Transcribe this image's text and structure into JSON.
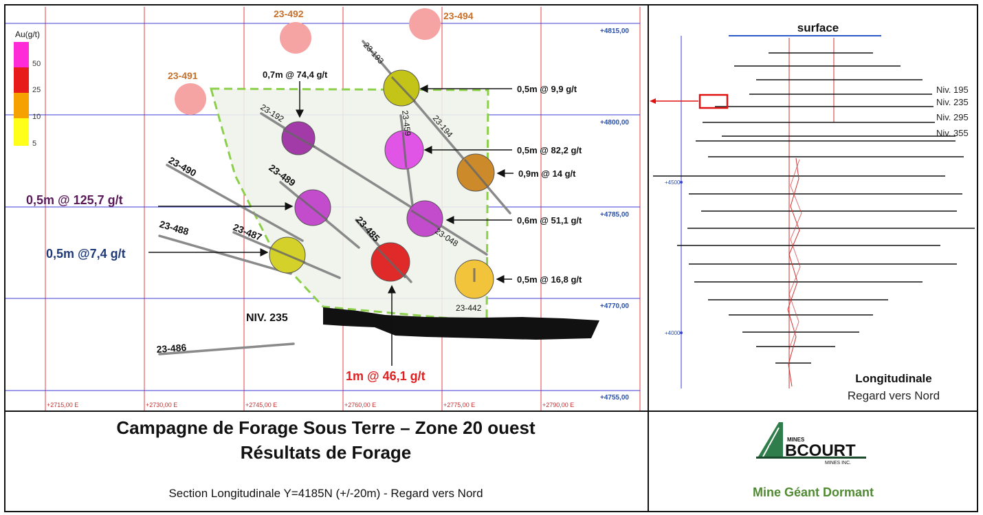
{
  "section": {
    "legend": {
      "title": "Au(g/t)",
      "ticks": [
        "50",
        "25",
        "10",
        "5"
      ],
      "colors": [
        "#ff2bd6",
        "#e81b1b",
        "#f5a200",
        "#ffff1a"
      ]
    },
    "grid": {
      "northings": [
        "+4815,00",
        "+4800,00",
        "+4785,00",
        "+4770,00",
        "+4755,00"
      ],
      "eastings": [
        "+2715,00 E",
        "+2730,00 E",
        "+2745,00 E",
        "+2760,00 E",
        "+2775,00 E",
        "+2790,00 E"
      ]
    },
    "holes": [
      "23-491",
      "23-492",
      "23-494",
      "23-193",
      "23-192",
      "23-459",
      "23-194",
      "23-490",
      "23-489",
      "23-488",
      "23-487",
      "23-485",
      "23-048",
      "23-442",
      "23-486"
    ],
    "results": [
      "0,7m @ 74,4 g/t",
      "0,5m @ 9,9 g/t",
      "0,5m @ 82,2 g/t",
      "0,9m @ 14 g/t",
      "0,6m @ 51,1 g/t",
      "0,5m @ 16,8 g/t",
      "0,5m @ 125,7 g/t",
      "0,5m @7,4  g/t",
      "1m @ 46,1 g/t"
    ],
    "level_label": "NIV. 235",
    "colors": {
      "grid_blue": "#3b3bd6",
      "grid_red": "#e04040",
      "shape_green": "#8ccf4a",
      "hole_orange": "#c8702a",
      "dark_purple": "#5a1a5a",
      "navy": "#1f3a78",
      "red": "#e02020"
    }
  },
  "longitudinal": {
    "surface_label": "surface",
    "levels": [
      "Niv. 195",
      "Niv. 235",
      "Niv. 295",
      "Niv. 355"
    ],
    "elevations": [
      "+4500",
      "+4000"
    ],
    "caption_title": "Longitudinale",
    "caption_sub": "Regard vers Nord"
  },
  "title": {
    "line1": "Campagne de Forage Sous Terre – Zone 20 ouest",
    "line2": "Résultats de Forage",
    "subtitle": "Section Longitudinale  Y=4185N (+/-20m) -  Regard vers Nord"
  },
  "logo": {
    "mines_top": "MINES",
    "brand": "BCOURT",
    "mines_inc": "MINES INC.",
    "mine_name": "Mine Géant Dormant"
  }
}
